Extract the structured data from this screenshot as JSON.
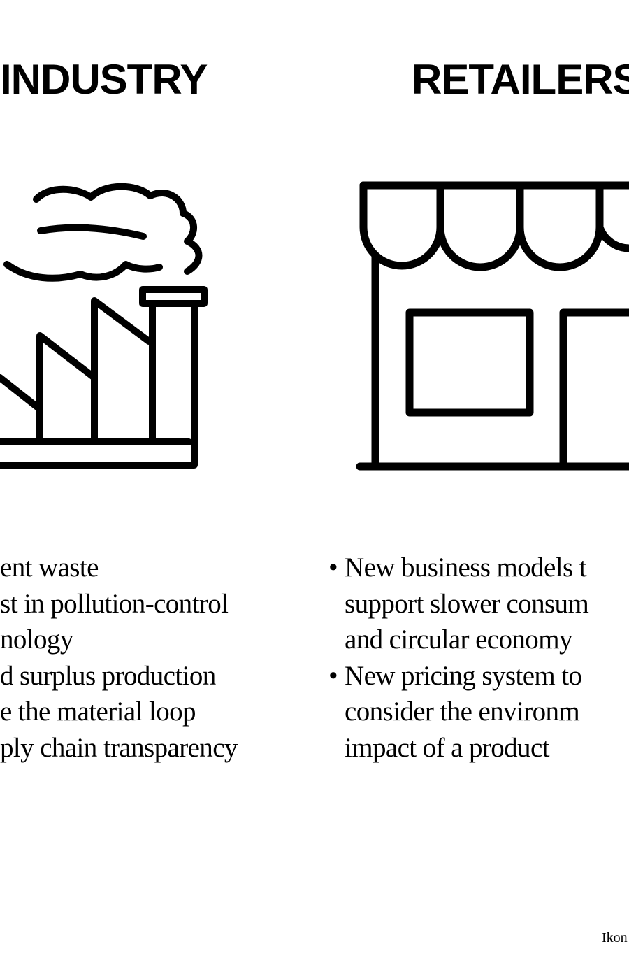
{
  "industry": {
    "heading": "INDUSTRY",
    "icon": "factory-icon",
    "lines": [
      "ent waste",
      "st in pollution-control",
      "nology",
      "d surplus production",
      "e the material loop",
      "ply chain transparency"
    ]
  },
  "retailers": {
    "heading": "RETAILERS",
    "icon": "storefront-icon",
    "bullet": "•",
    "lines": [
      "New business models t",
      "support slower consum",
      "and circular economy",
      "New pricing system to",
      "consider the environm",
      "impact of a product"
    ]
  },
  "credit": "Ikon"
}
